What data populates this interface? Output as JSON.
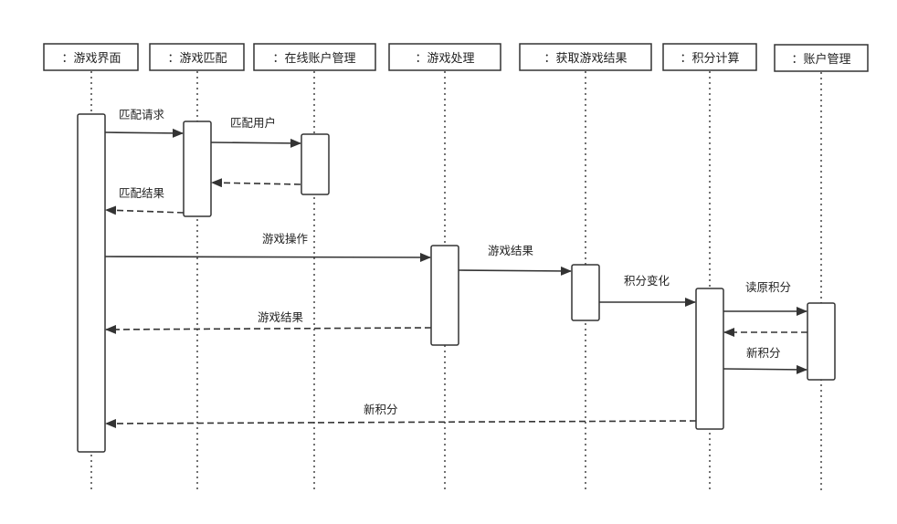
{
  "participants": [
    {
      "id": "ui",
      "label": "：游戏界面"
    },
    {
      "id": "match",
      "label": "：游戏匹配"
    },
    {
      "id": "online",
      "label": "：在线账户管理"
    },
    {
      "id": "proc",
      "label": "：游戏处理"
    },
    {
      "id": "result",
      "label": "：获取游戏结果"
    },
    {
      "id": "score",
      "label": "：积分计算"
    },
    {
      "id": "account",
      "label": "：账户管理"
    }
  ],
  "messages": [
    {
      "from": "ui",
      "to": "match",
      "label": "匹配请求",
      "kind": "call"
    },
    {
      "from": "match",
      "to": "online",
      "label": "匹配用户",
      "kind": "call"
    },
    {
      "from": "online",
      "to": "match",
      "label": "",
      "kind": "return"
    },
    {
      "from": "match",
      "to": "ui",
      "label": "匹配结果",
      "kind": "return"
    },
    {
      "from": "ui",
      "to": "proc",
      "label": "游戏操作",
      "kind": "call"
    },
    {
      "from": "proc",
      "to": "result",
      "label": "游戏结果",
      "kind": "call"
    },
    {
      "from": "result",
      "to": "score",
      "label": "积分变化",
      "kind": "call"
    },
    {
      "from": "score",
      "to": "account",
      "label": "读原积分",
      "kind": "call"
    },
    {
      "from": "account",
      "to": "score",
      "label": "",
      "kind": "return"
    },
    {
      "from": "proc",
      "to": "ui",
      "label": "游戏结果",
      "kind": "return"
    },
    {
      "from": "score",
      "to": "account",
      "label": "新积分",
      "kind": "call"
    },
    {
      "from": "score",
      "to": "ui",
      "label": "新积分",
      "kind": "return"
    }
  ]
}
